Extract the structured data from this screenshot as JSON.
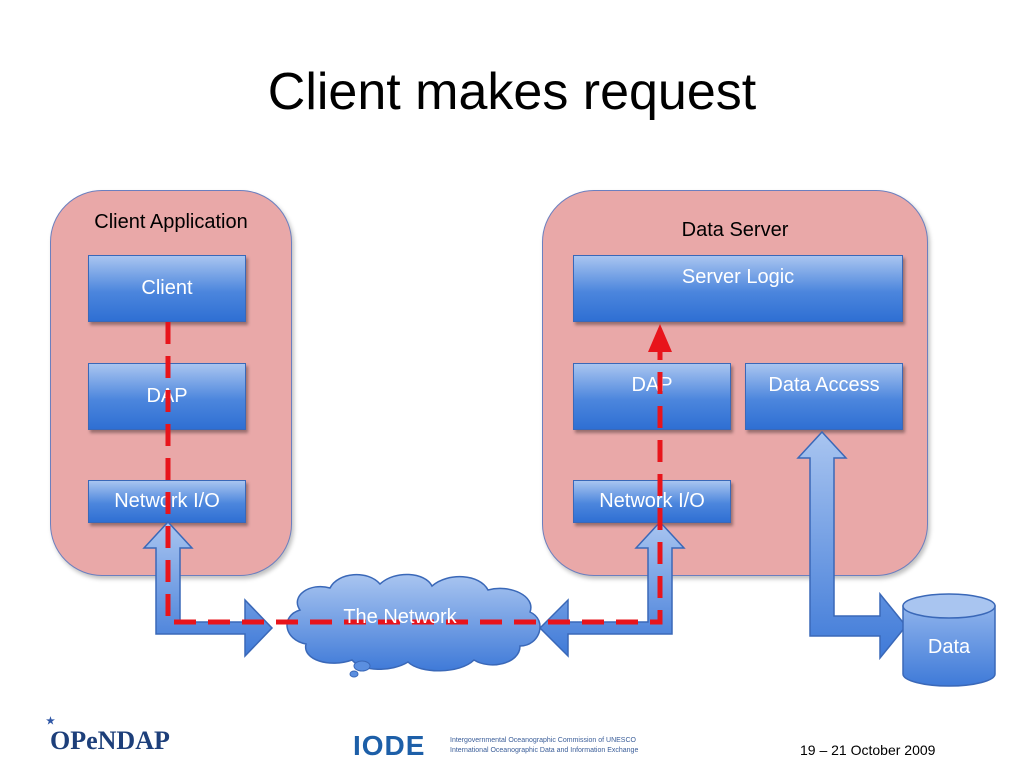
{
  "slide": {
    "title": "Client makes request",
    "date": "19 – 21 October 2009"
  },
  "client_app": {
    "label": "Client Application",
    "boxes": [
      "Client",
      "DAP",
      "Network I/O"
    ]
  },
  "data_server": {
    "label": "Data Server",
    "server_logic": "Server Logic",
    "dap": "DAP",
    "data_access": "Data Access",
    "network_io": "Network I/O"
  },
  "network": {
    "label": "The Network"
  },
  "storage": {
    "label": "Data"
  },
  "logos": {
    "opendap": "OPeNDAP",
    "iode": "IODE",
    "iode_line1": "Intergovernmental Oceanographic Commission of UNESCO",
    "iode_line2": "International Oceanographic Data and Information Exchange"
  },
  "colors": {
    "panel": "#e9a8a8",
    "box": "#4c86dd",
    "request_path": "#e8141b"
  }
}
